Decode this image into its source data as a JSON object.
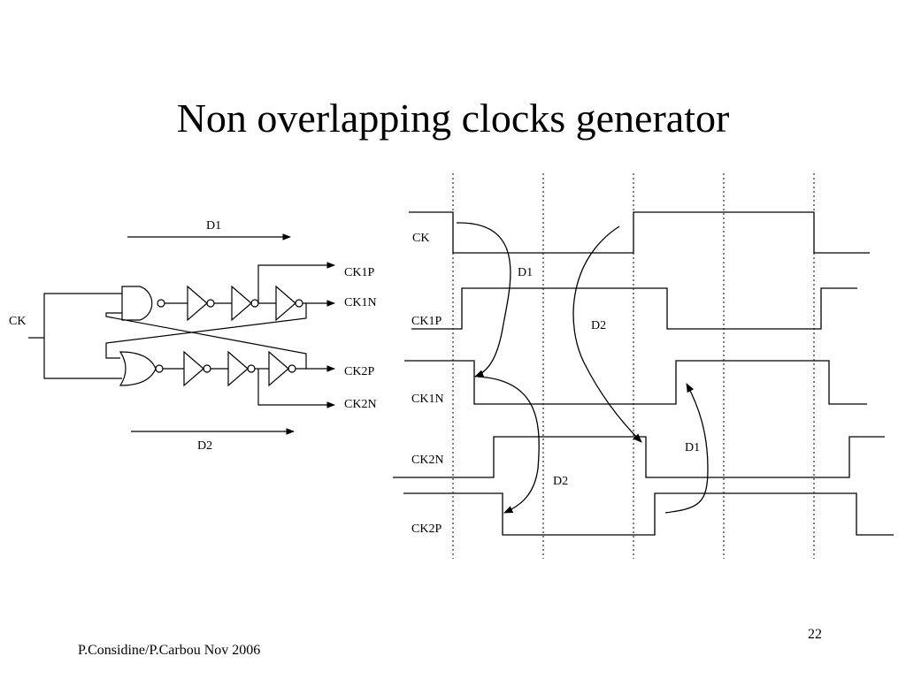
{
  "title": "Non overlapping clocks generator",
  "footer": "P.Considine/P.Carbou Nov 2006",
  "page_number": "22",
  "schematic": {
    "input_label": "CK",
    "outputs": [
      "CK1P",
      "CK1N",
      "CK2P",
      "CK2N"
    ],
    "delay_top": "D1",
    "delay_bottom": "D2"
  },
  "timing": {
    "signals": [
      "CK",
      "CK1P",
      "CK1N",
      "CK2N",
      "CK2P"
    ],
    "delay_labels": [
      "D1",
      "D2",
      "D1",
      "D2"
    ]
  }
}
